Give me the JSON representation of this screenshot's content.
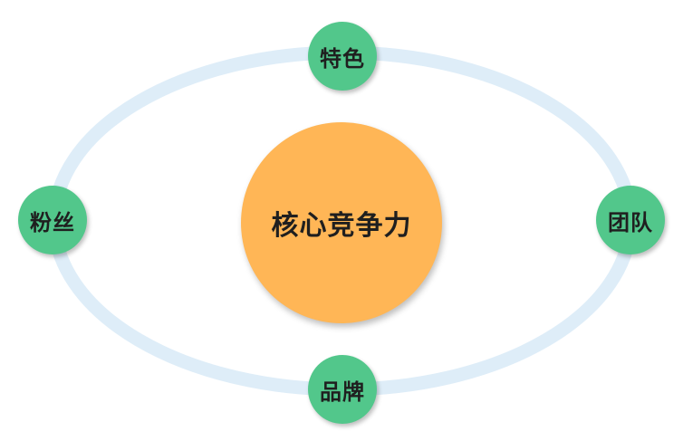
{
  "diagram": {
    "center": {
      "label": "核心竞争力",
      "color": "#ffb656"
    },
    "ring_color": "#deedf8",
    "node_color": "#52c78b",
    "nodes": [
      {
        "label": "特色",
        "position": "top"
      },
      {
        "label": "粉丝",
        "position": "left"
      },
      {
        "label": "团队",
        "position": "right"
      },
      {
        "label": "品牌",
        "position": "bottom"
      }
    ]
  }
}
